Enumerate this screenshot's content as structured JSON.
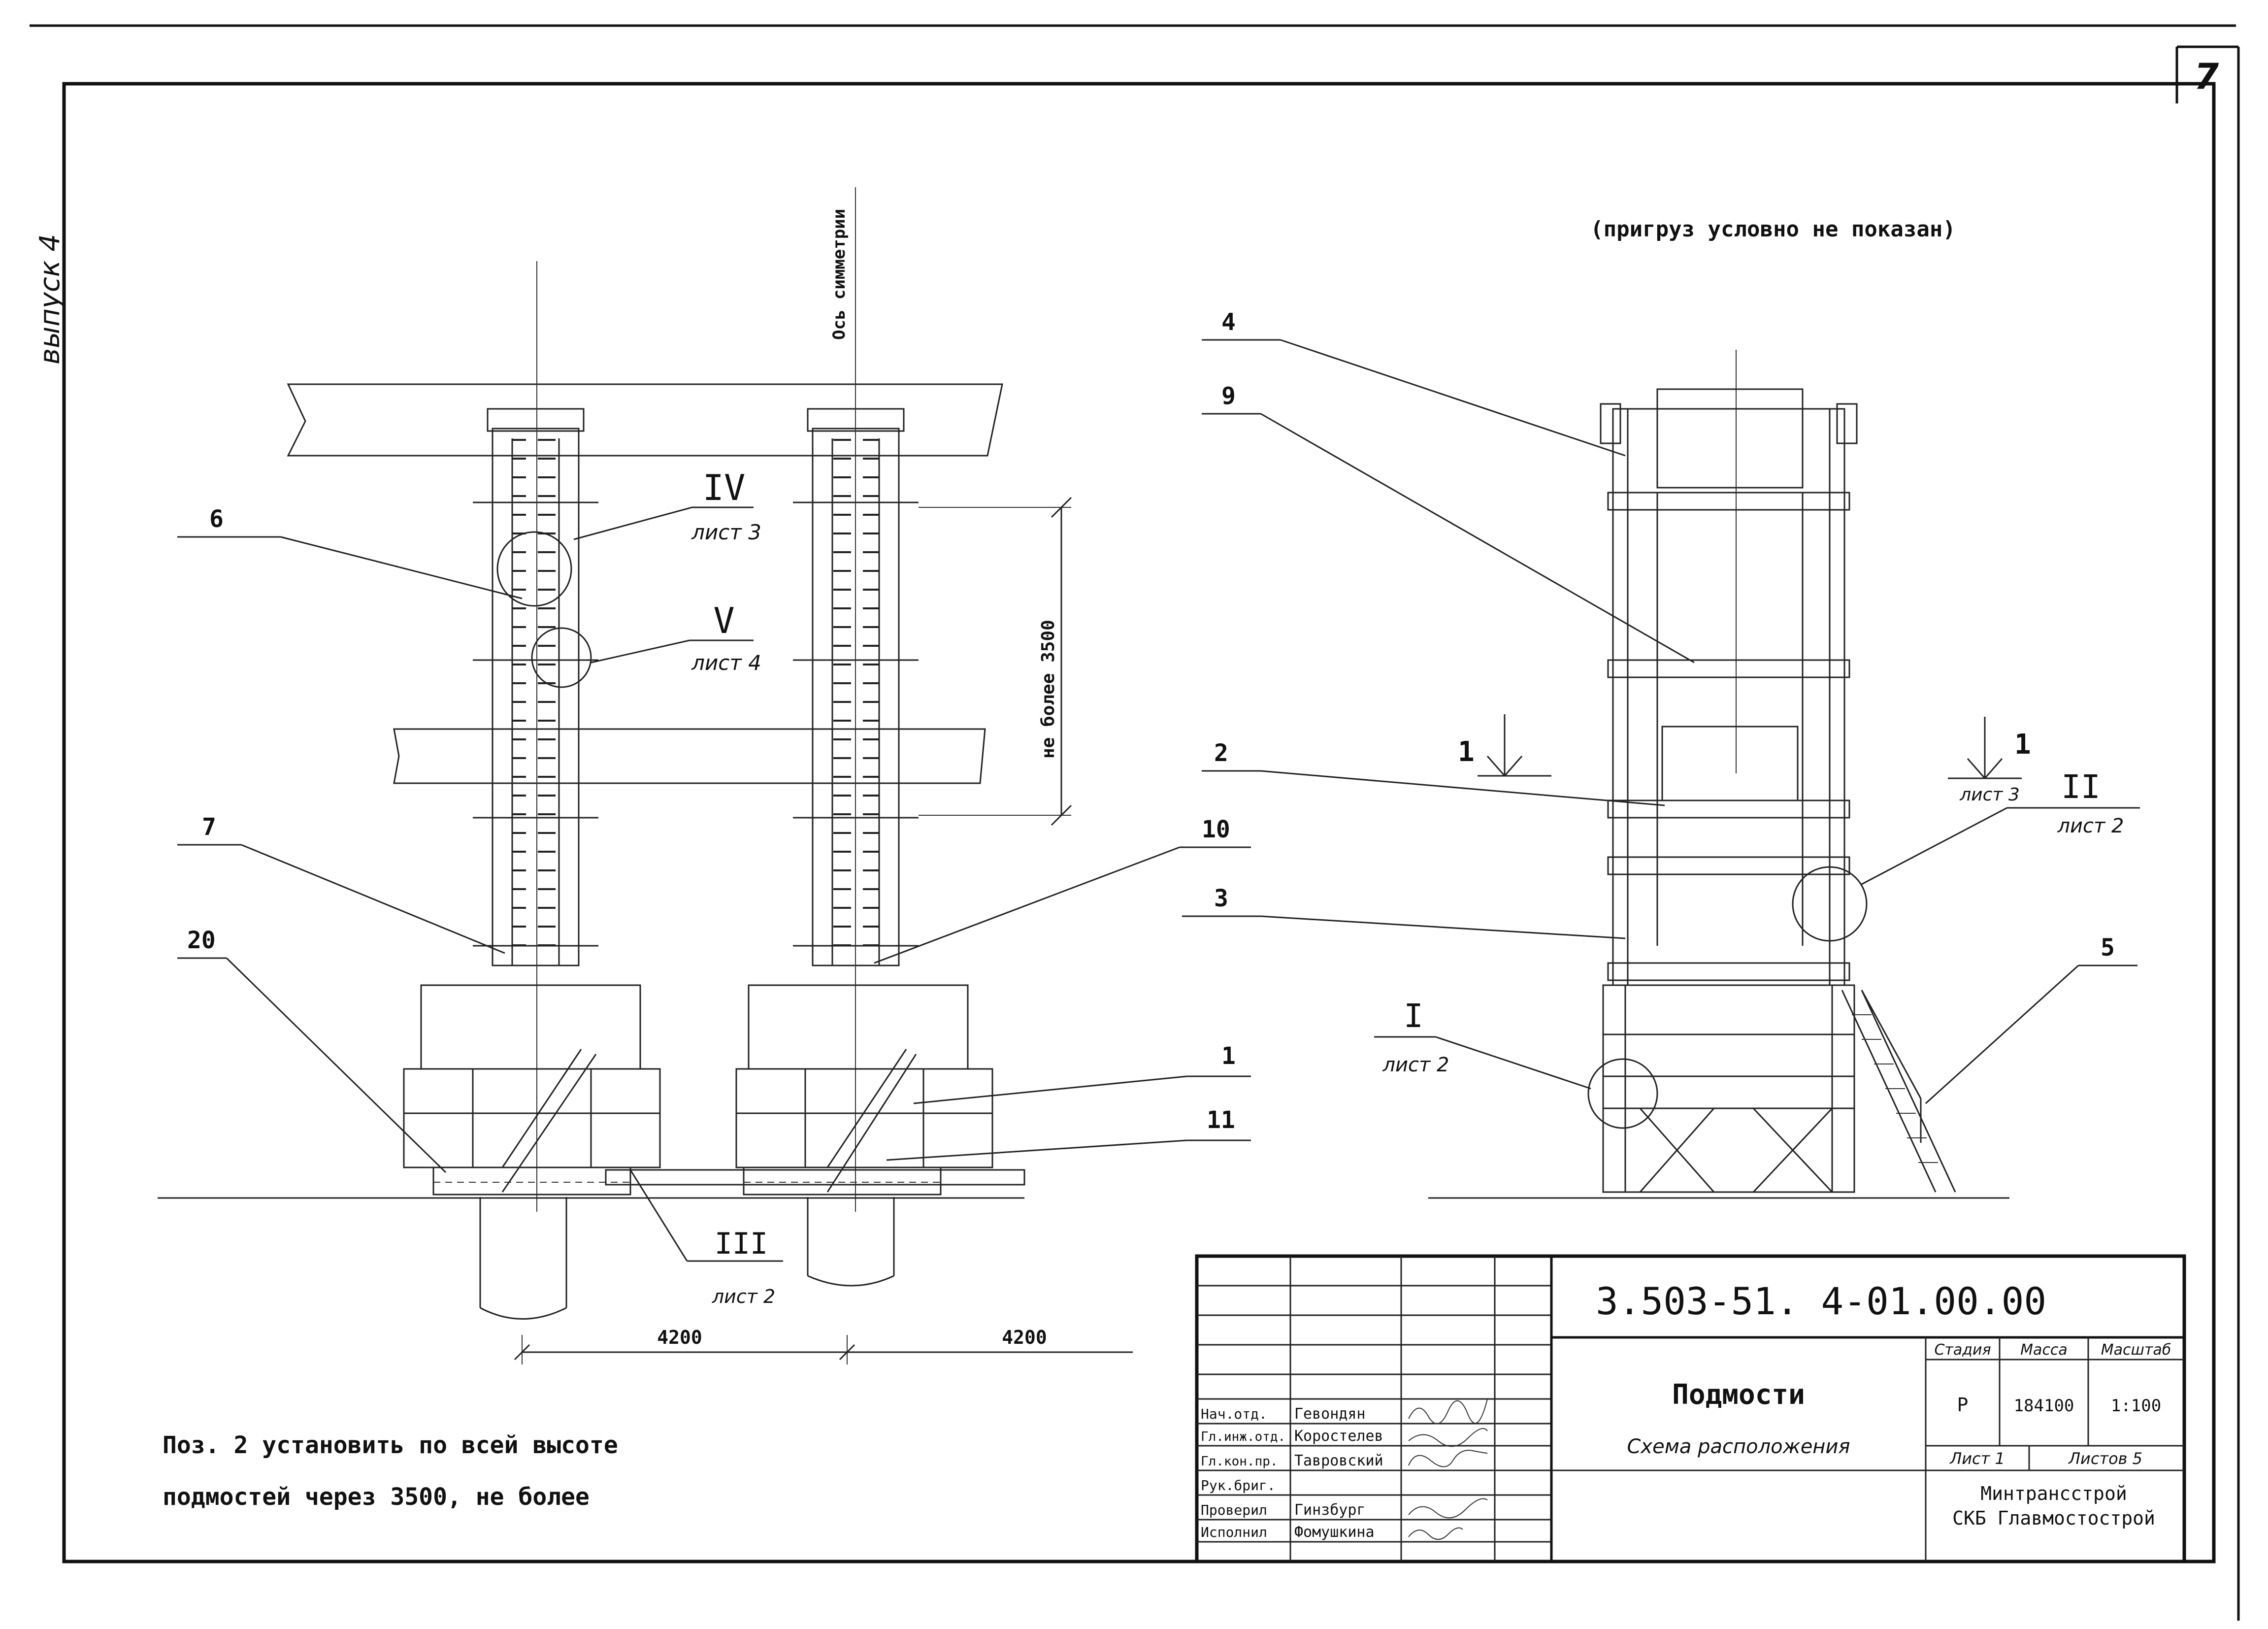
{
  "sheet_number": "7",
  "side_note": "выпуск 4",
  "top_note": "(пригруз условно не показан)",
  "axis_label": "Ось симметрии",
  "dim_vertical": "не более 3500",
  "dims_bottom": [
    "4200",
    "4200"
  ],
  "callouts": {
    "left": [
      "6",
      "7",
      "20",
      "10",
      "1",
      "11"
    ],
    "right": [
      "4",
      "9",
      "2",
      "3",
      "5"
    ]
  },
  "views": {
    "v4": {
      "roman": "IV",
      "sheet": "лист 3"
    },
    "v5": {
      "roman": "V",
      "sheet": "лист 4"
    },
    "v3": {
      "roman": "III",
      "sheet": "лист 2"
    },
    "v2": {
      "roman": "II",
      "sheet": "лист 2"
    },
    "v1": {
      "roman": "I",
      "sheet": "лист 2"
    },
    "sec1_left": "1",
    "sec1_right": "1",
    "sec1_right_sheet": "лист 3"
  },
  "note": {
    "line1": "Поз. 2 установить по всей высоте",
    "line2": "подмостей через 3500, не более"
  },
  "title_block": {
    "doc_code": "3.503-51. 4-01.00.00",
    "title": "Подмости",
    "subtitle": "Схема расположения",
    "stage_header": "Стадия",
    "mass_header": "Масса",
    "scale_header": "Масштаб",
    "stage": "Р",
    "mass": "184100",
    "scale": "1:100",
    "sheet_label": "Лист 1",
    "sheets_label": "Листов 5",
    "org_line1": "Минтрансстрой",
    "org_line2": "СКБ Главмостострой",
    "roles": [
      {
        "role": "Нач.отд.",
        "name": "Гевондян"
      },
      {
        "role": "Гл.инж.отд.",
        "name": "Коростелев"
      },
      {
        "role": "Гл.кон.пр.",
        "name": "Тавровский"
      },
      {
        "role": "Рук.бриг.",
        "name": ""
      },
      {
        "role": "Проверил",
        "name": "Гинзбург"
      },
      {
        "role": "Исполнил",
        "name": "Фомушкина"
      }
    ]
  }
}
